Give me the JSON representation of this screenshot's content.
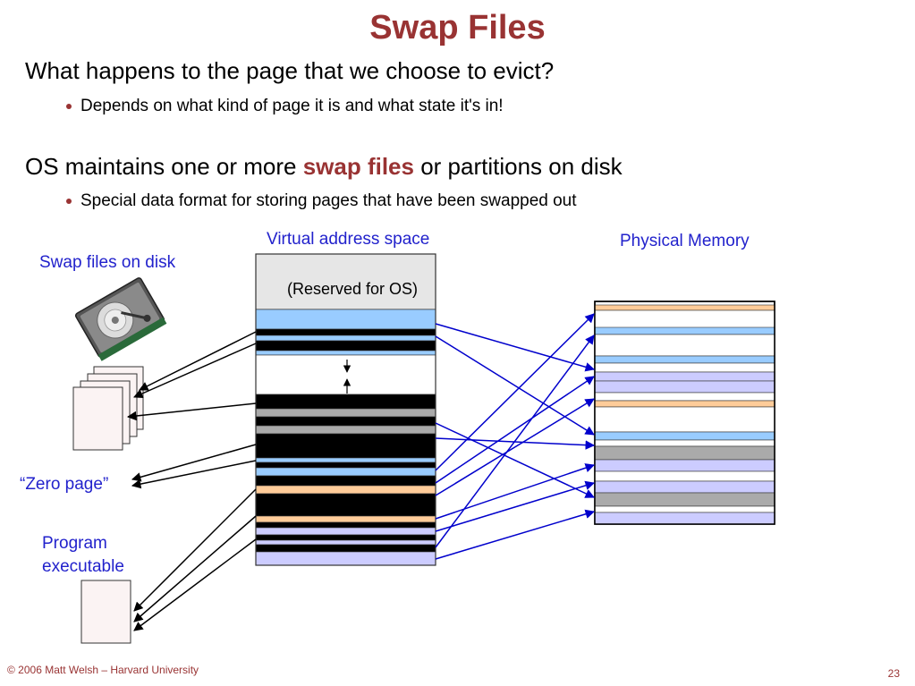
{
  "slide": {
    "title": "Swap Files",
    "point1": "What happens to the page that we choose to evict?",
    "sub1": "Depends on what kind of page it is and what state it's in!",
    "point2_pre": "OS maintains one or more ",
    "point2_hl": "swap files",
    "point2_post": " or partitions on disk",
    "sub2": "Special data format for storing pages that have been swapped out"
  },
  "diagram": {
    "virtual_label": "Virtual address space",
    "physical_label": "Physical Memory",
    "swap_label": "Swap files on disk",
    "reserved_label": "(Reserved for OS)",
    "zero_label": "“Zero page”",
    "program_label_1": "Program",
    "program_label_2": "executable"
  },
  "footer": {
    "copyright": "© 2006 Matt Welsh – Harvard University",
    "page_number": "23"
  },
  "colors": {
    "title": "#993333",
    "label_blue": "#2222cc",
    "light_blue": "#99ccff",
    "lavender": "#ccccff",
    "peach": "#ffcc99",
    "gray": "#aaaaaa",
    "arrow": "#0000cc"
  },
  "icons": [
    "hard-disk-icon"
  ]
}
